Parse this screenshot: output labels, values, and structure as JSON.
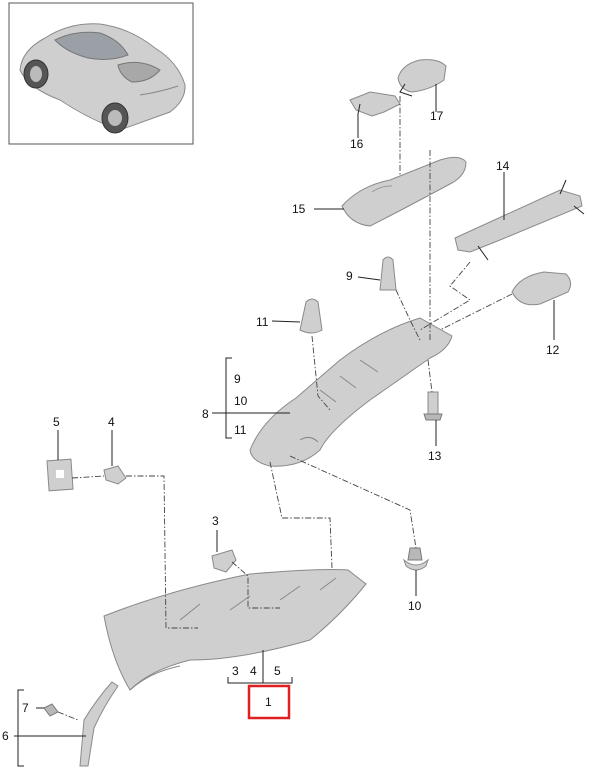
{
  "callouts": [
    {
      "id": "c1",
      "text": "1"
    },
    {
      "id": "c2a",
      "text": "3"
    },
    {
      "id": "c2b",
      "text": "4"
    },
    {
      "id": "c2c",
      "text": "5"
    },
    {
      "id": "c3",
      "text": "3"
    },
    {
      "id": "c4",
      "text": "4"
    },
    {
      "id": "c5",
      "text": "5"
    },
    {
      "id": "c6",
      "text": "6"
    },
    {
      "id": "c7",
      "text": "7"
    },
    {
      "id": "c8",
      "text": "8"
    },
    {
      "id": "c8a",
      "text": "9"
    },
    {
      "id": "c8b",
      "text": "10"
    },
    {
      "id": "c8c",
      "text": "11"
    },
    {
      "id": "c9",
      "text": "9"
    },
    {
      "id": "c10",
      "text": "10"
    },
    {
      "id": "c11",
      "text": "11"
    },
    {
      "id": "c12",
      "text": "12"
    },
    {
      "id": "c13",
      "text": "13"
    },
    {
      "id": "c14",
      "text": "14"
    },
    {
      "id": "c15",
      "text": "15"
    },
    {
      "id": "c16",
      "text": "16"
    },
    {
      "id": "c17",
      "text": "17"
    }
  ],
  "highlight": {
    "callout": "1",
    "color": "#e02020"
  },
  "colors": {
    "part_fill": "#cfcfcf",
    "line": "#222222"
  }
}
